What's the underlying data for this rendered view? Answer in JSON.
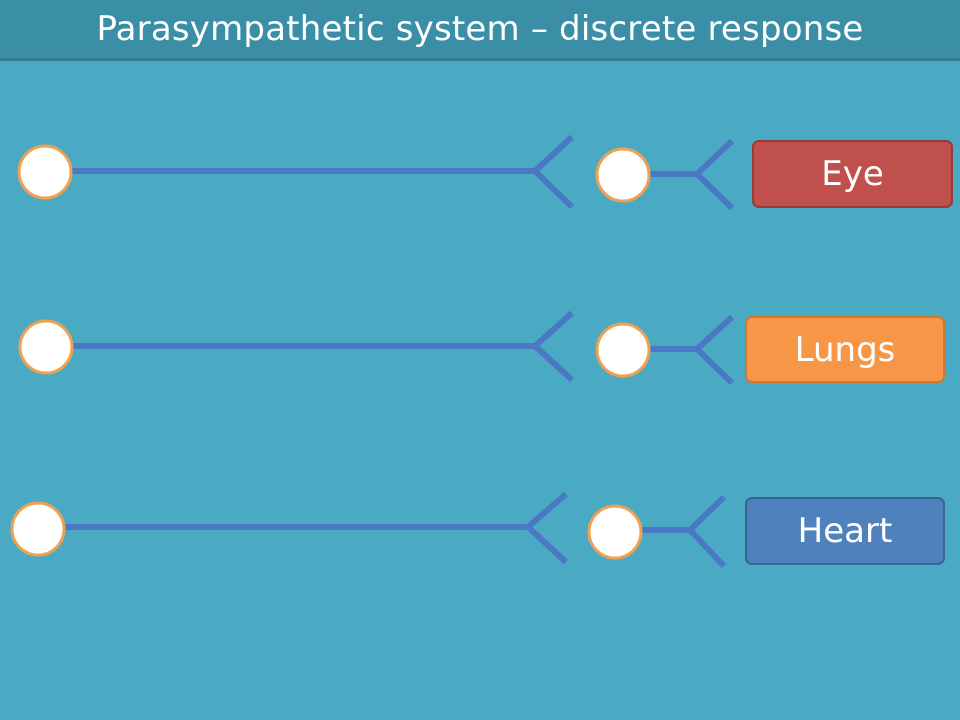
{
  "title": "Parasympathetic system – discrete response",
  "colors": {
    "background": "#4aaac4",
    "title_bar": "#3a8ea6",
    "nerve_line": "#4a78c4",
    "neuron_fill": "#ffffff",
    "neuron_stroke": "#f0a050"
  },
  "pathways": [
    {
      "target": "Eye",
      "target_fill": "#c0504d",
      "target_border": "#9a3a38"
    },
    {
      "target": "Lungs",
      "target_fill": "#f79646",
      "target_border": "#d07830"
    },
    {
      "target": "Heart",
      "target_fill": "#4f81bd",
      "target_border": "#3a6598"
    }
  ]
}
